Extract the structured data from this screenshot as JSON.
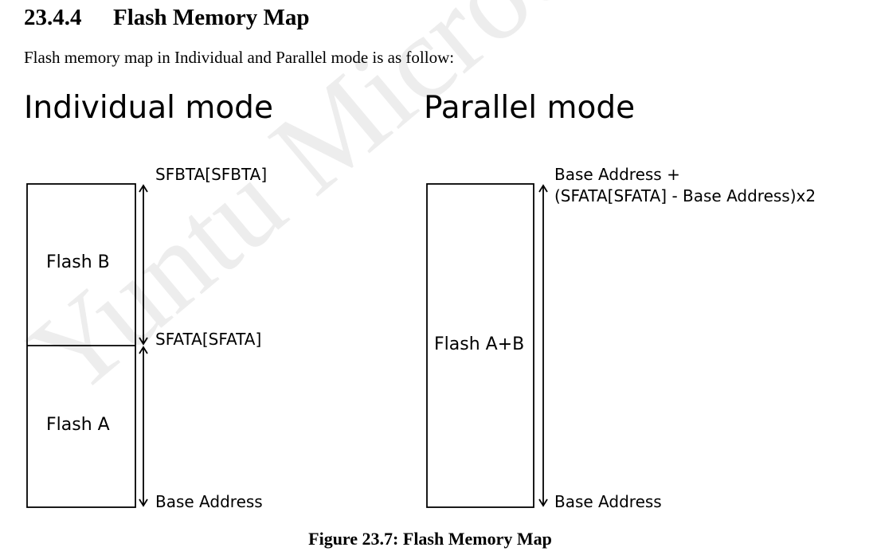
{
  "section": {
    "number": "23.4.4",
    "title": "Flash Memory Map",
    "intro": "Flash memory map in Individual and Parallel mode is as follow:"
  },
  "individual": {
    "title": "Individual mode",
    "flash_b": "Flash B",
    "flash_a": "Flash A",
    "top_address": "SFBTA[SFBTA]",
    "mid_address": "SFATA[SFATA]",
    "base_address": "Base Address"
  },
  "parallel": {
    "title": "Parallel mode",
    "flash_ab": "Flash A+B",
    "top_address_line1": "Base Address +",
    "top_address_line2": "(SFATA[SFATA] - Base Address)x2",
    "base_address": "Base Address"
  },
  "figure": {
    "caption": "Figure 23.7:  Flash Memory Map"
  },
  "watermark": "Yuntu Microelec",
  "colors": {
    "text": "#000000",
    "watermark": "#ededed"
  }
}
